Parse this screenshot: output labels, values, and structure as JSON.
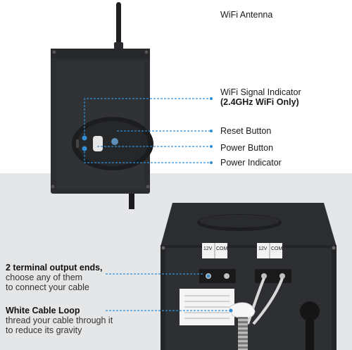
{
  "top_labels": {
    "antenna": "WiFi Antenna",
    "wifi_indicator_line1": "WiFi Signal Indicator",
    "wifi_indicator_line2": "(2.4GHz WiFi Only)",
    "reset_button": "Reset Button",
    "power_button": "Power Button",
    "power_indicator": "Power Indicator"
  },
  "bottom_labels": {
    "terminal_title": "2 terminal output ends,",
    "terminal_desc_1": "choose any of them",
    "terminal_desc_2": "to connect your cable",
    "loop_title": "White Cable Loop",
    "loop_desc_1": "thread your cable through it",
    "loop_desc_2": "to reduce its gravity"
  },
  "terminal_labels": {
    "left_v": "12V",
    "left_com": "COM",
    "right_v": "12V",
    "right_com": "COM"
  },
  "colors": {
    "enclosure": "#2b2d30",
    "accent_blue": "#2f8fd6",
    "panel_bg": "#e4e6e8"
  }
}
